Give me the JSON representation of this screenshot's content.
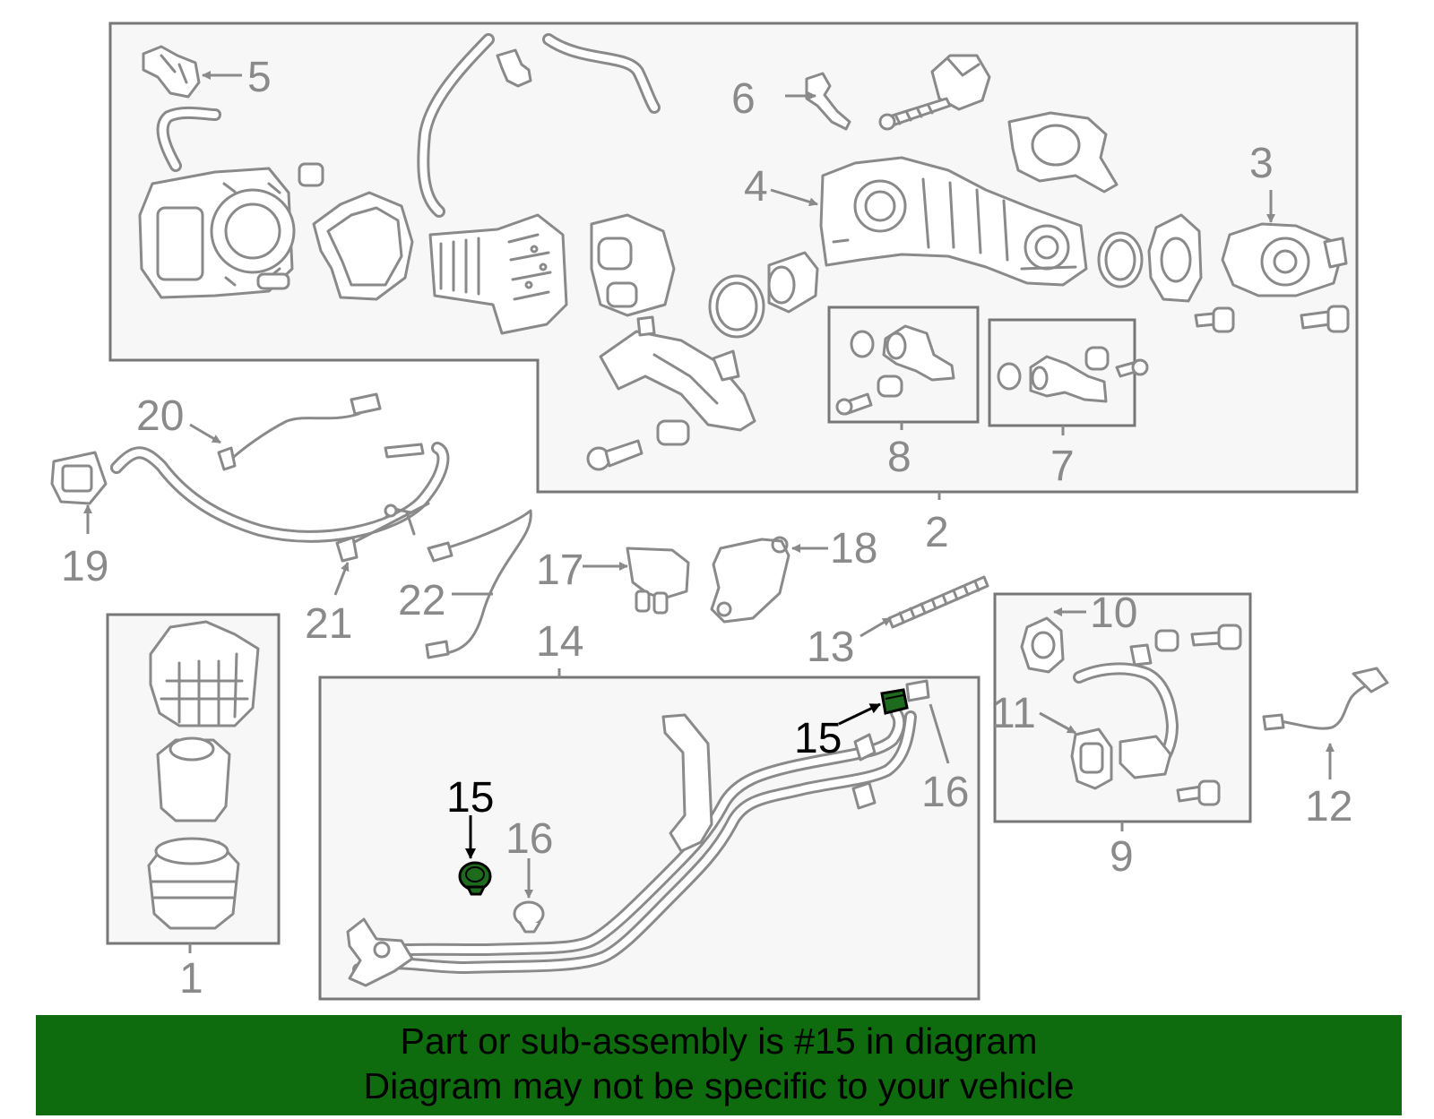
{
  "diagram": {
    "callouts": {
      "c1": "1",
      "c2": "2",
      "c3": "3",
      "c4": "4",
      "c5": "5",
      "c6": "6",
      "c7": "7",
      "c8": "8",
      "c9": "9",
      "c10": "10",
      "c11": "11",
      "c12": "12",
      "c13": "13",
      "c14": "14",
      "c15a": "15",
      "c15b": "15",
      "c16a": "16",
      "c16b": "16",
      "c17": "17",
      "c18": "18",
      "c19": "19",
      "c20": "20",
      "c21": "21",
      "c22": "22"
    },
    "highlight_color": "#1e6b1e"
  },
  "banner": {
    "line1": "Part or sub-assembly is #15 in diagram",
    "line2": "Diagram may not be specific to your vehicle",
    "background": "#0e6b0e"
  }
}
